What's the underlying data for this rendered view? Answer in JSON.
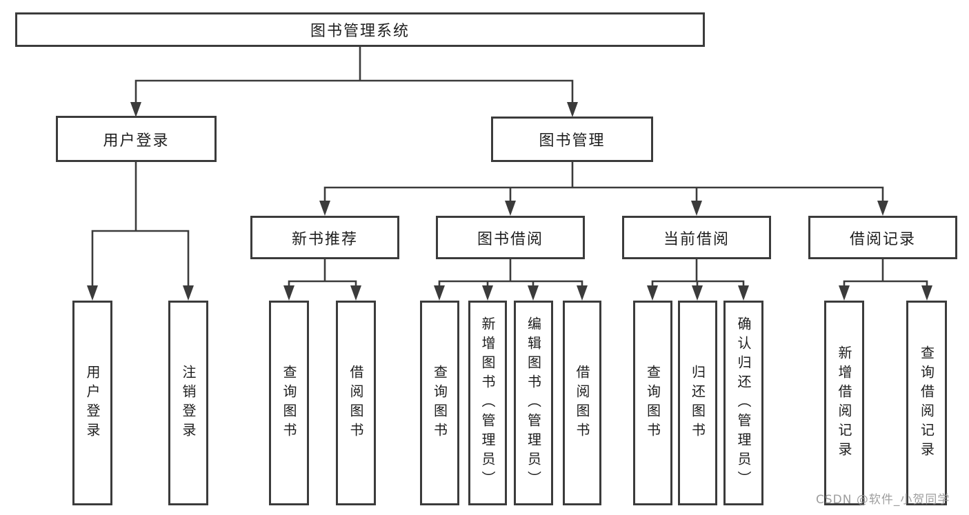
{
  "diagram": {
    "root": "图书管理系统",
    "branches": [
      {
        "label": "用户登录",
        "leaves": [
          "用户登录",
          "注销登录"
        ]
      },
      {
        "label": "图书管理",
        "children": [
          {
            "label": "新书推荐",
            "leaves": [
              "查询图书",
              "借阅图书"
            ]
          },
          {
            "label": "图书借阅",
            "leaves": [
              "查询图书",
              "新增图书（管理员）",
              "编辑图书（管理员）",
              "借阅图书"
            ]
          },
          {
            "label": "当前借阅",
            "leaves": [
              "查询图书",
              "归还图书",
              "确认归还（管理员）"
            ]
          },
          {
            "label": "借阅记录",
            "leaves": [
              "新增借阅记录",
              "查询借阅记录"
            ]
          }
        ]
      }
    ]
  },
  "watermark": "CSDN @软件_小贺同学",
  "colors": {
    "line": "#3b3b3b",
    "text": "#1e1e1e",
    "background": "#ffffff",
    "watermark": "#949494"
  }
}
